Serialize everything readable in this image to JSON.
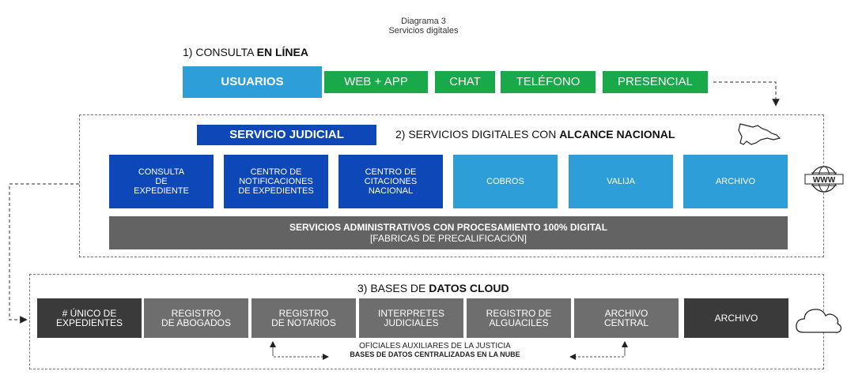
{
  "header": {
    "title": "Diagrama 3",
    "subtitle": "Servicios digitales"
  },
  "section1": {
    "heading_prefix": "1) CONSULTA ",
    "heading_bold": "EN LÍNEA",
    "usuarios": "USUARIOS",
    "channels": [
      "WEB + APP",
      "CHAT",
      "TELÉFONO",
      "PRESENCIAL"
    ]
  },
  "section2": {
    "servicio_judicial": "SERVICIO JUDICIAL",
    "heading_prefix": "2) SERVICIOS DIGITALES CON ",
    "heading_bold": "ALCANCE NACIONAL",
    "services": [
      "CONSULTA\nDE\nEXPEDIENTE",
      "CENTRO DE\nNOTIFICACIONES\nDE EXPEDIENTES",
      "CENTRO DE\nCITACIONES\nNACIONAL",
      "COBROS",
      "VALIJA",
      "ARCHIVO"
    ],
    "admin_line1": "SERVICIOS ADMINISTRATIVOS CON PROCESAMIENTO 100% DIGITAL",
    "admin_line2": "[FABRICAS DE PRECALIFICACIÓN]",
    "www_label": "WWW"
  },
  "section3": {
    "heading_prefix": "3) BASES DE ",
    "heading_bold": "DATOS CLOUD",
    "databases": [
      "# ÚNICO DE\nEXPEDIENTES",
      "REGISTRO\nDE ABOGADOS",
      "REGISTRO\nDE NOTARIOS",
      "INTERPRETES\nJUDICIALES",
      "REGISTRO DE\nALGUACILES",
      "ARCHIVO\nCENTRAL",
      "ARCHIVO"
    ],
    "note_line1": "OFICIALES AUXILIARES DE LA JUSTICIA",
    "note_line2": "BASES DE DATOS CENTRALIZADAS EN LA NUBE"
  },
  "colors": {
    "dark_blue": "#0d47b8",
    "light_blue": "#2e9ed9",
    "green": "#19a84a",
    "gray": "#636363",
    "dark_gray": "#3a3a3a"
  }
}
